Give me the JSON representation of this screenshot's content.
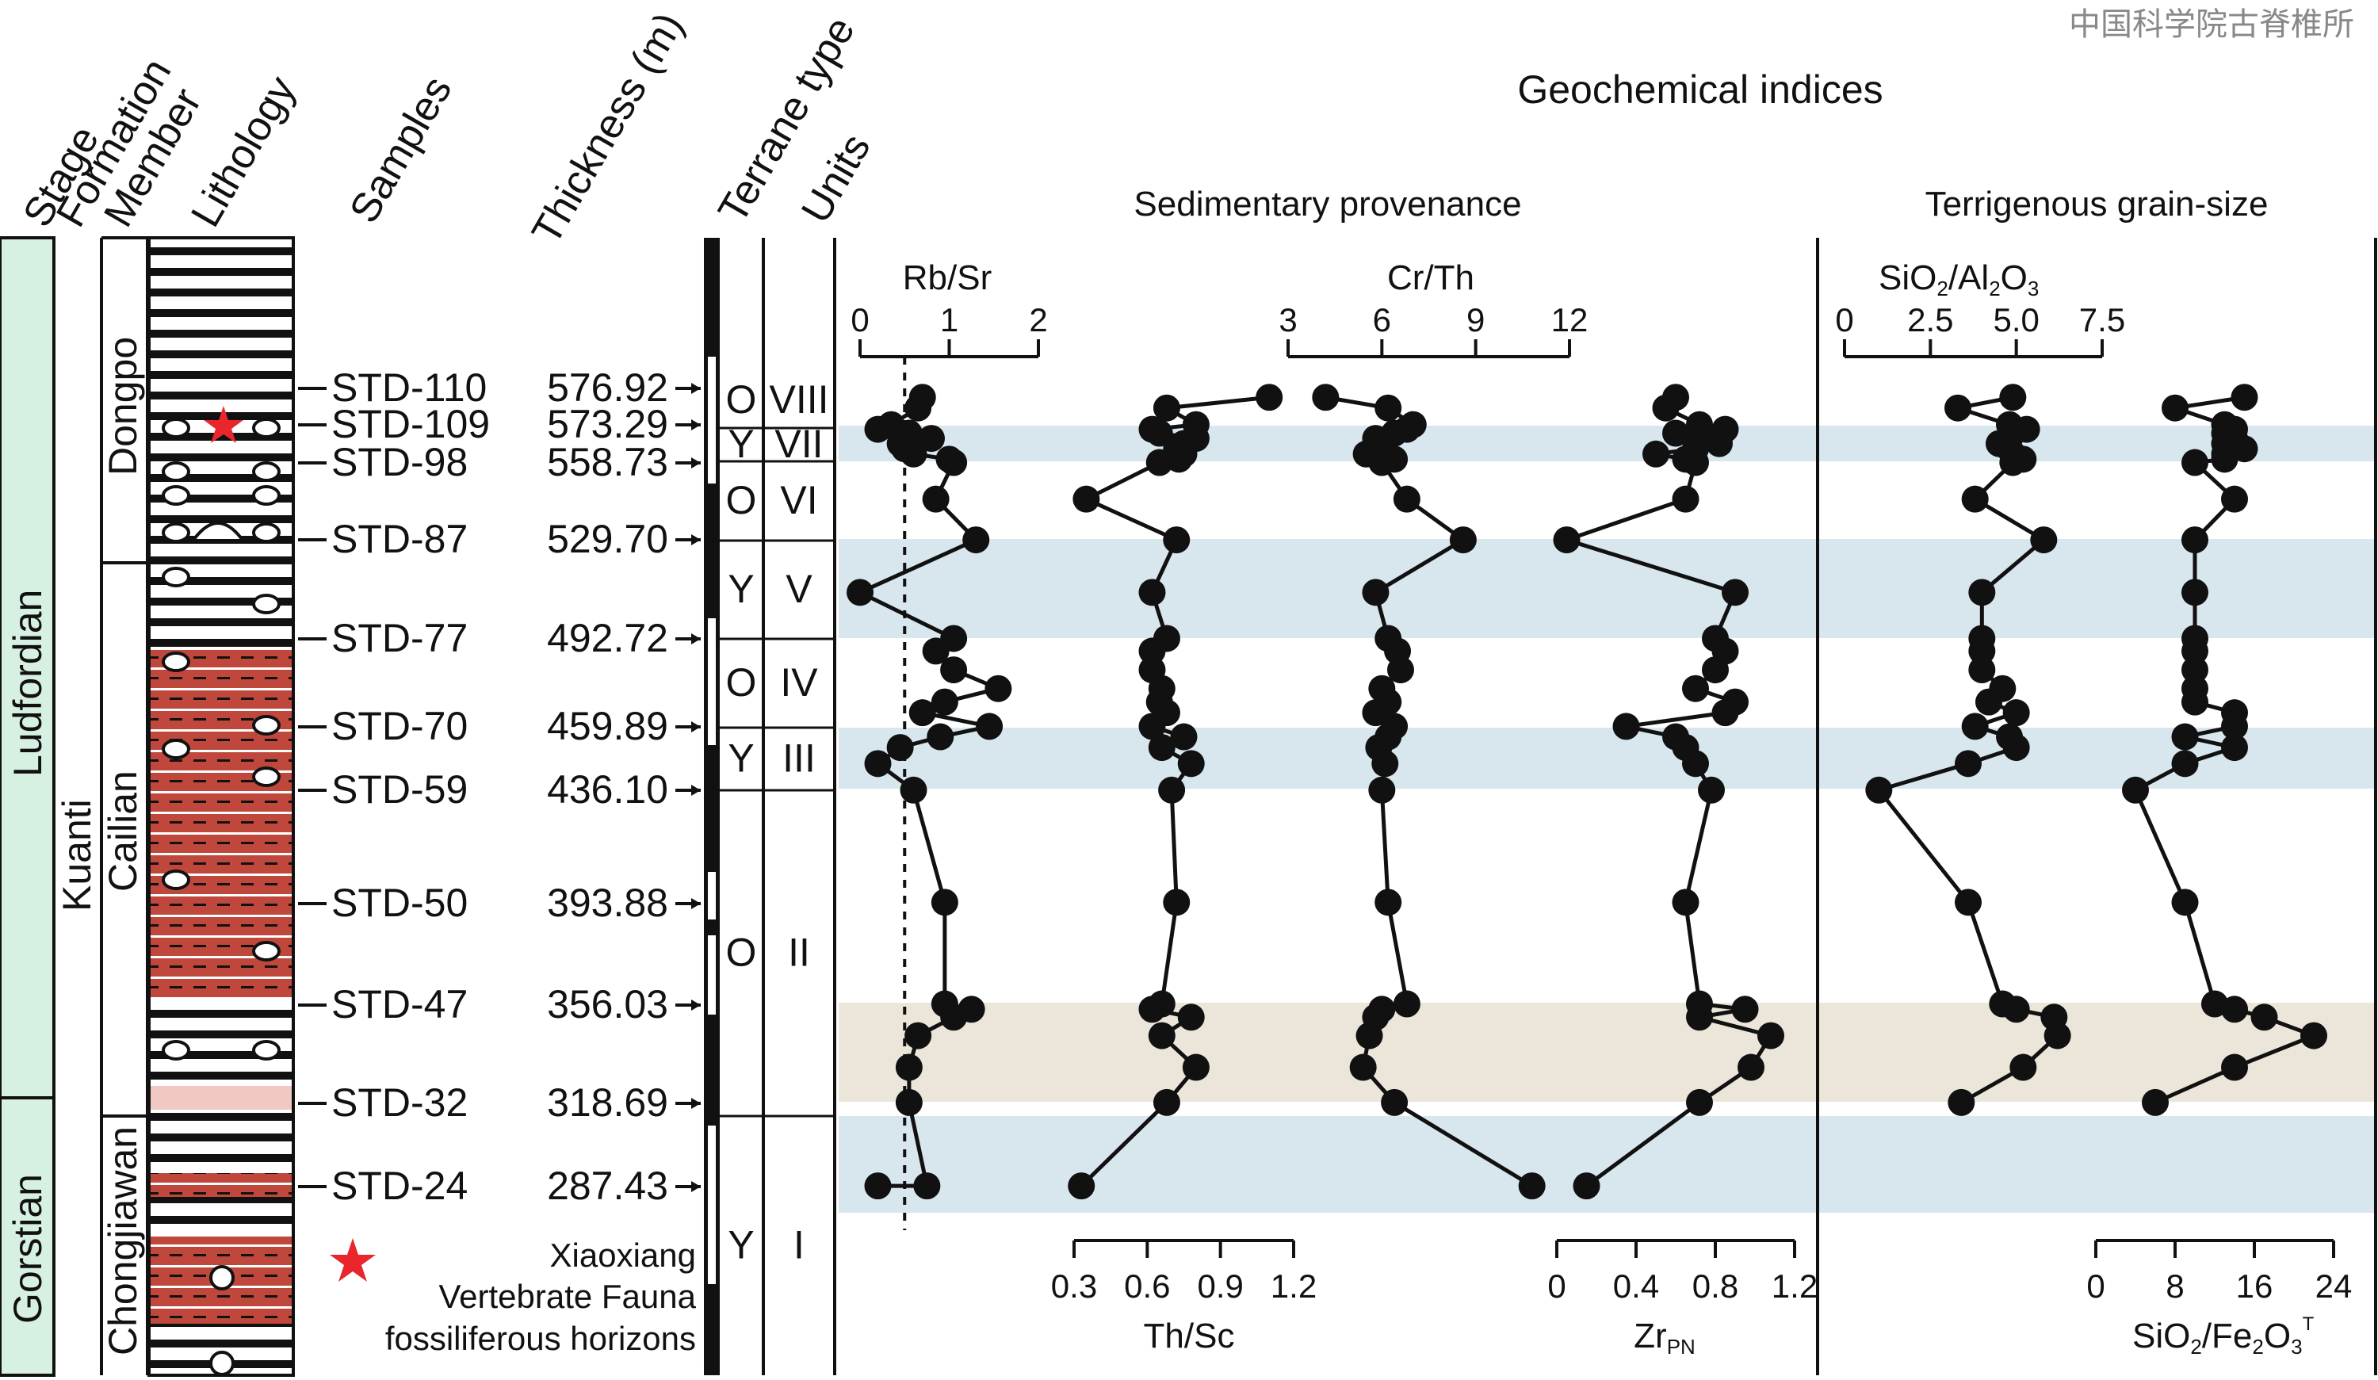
{
  "watermark": "中国科学院古脊椎所",
  "headers": {
    "stage": "Stage",
    "formation": "Formation",
    "member": "Member",
    "lithology": "Lithology",
    "samples": "Samples",
    "thickness": "Thickness (m)",
    "terrane_type": "Terrane type",
    "units": "Units",
    "geochemical": "Geochemical indices",
    "provenance": "Sedimentary provenance",
    "grain_size": "Terrigenous grain-size"
  },
  "stages": [
    "Ludfordian",
    "Gorstian"
  ],
  "formation": "Kuanti",
  "members": [
    "Dongpo",
    "Cailian",
    "Chongjiawan"
  ],
  "samples": [
    {
      "id": "STD-110",
      "thickness": "576.92"
    },
    {
      "id": "STD-109",
      "thickness": "573.29"
    },
    {
      "id": "STD-98",
      "thickness": "558.73"
    },
    {
      "id": "STD-87",
      "thickness": "529.70"
    },
    {
      "id": "STD-77",
      "thickness": "492.72"
    },
    {
      "id": "STD-70",
      "thickness": "459.89"
    },
    {
      "id": "STD-59",
      "thickness": "436.10"
    },
    {
      "id": "STD-50",
      "thickness": "393.88"
    },
    {
      "id": "STD-47",
      "thickness": "356.03"
    },
    {
      "id": "STD-32",
      "thickness": "318.69"
    },
    {
      "id": "STD-24",
      "thickness": "287.43"
    }
  ],
  "units": [
    {
      "terrane": "O",
      "unit": "VIII"
    },
    {
      "terrane": "Y",
      "unit": "VII"
    },
    {
      "terrane": "O",
      "unit": "VI"
    },
    {
      "terrane": "Y",
      "unit": "V"
    },
    {
      "terrane": "O",
      "unit": "IV"
    },
    {
      "terrane": "Y",
      "unit": "III"
    },
    {
      "terrane": "O",
      "unit": "II"
    },
    {
      "terrane": "Y",
      "unit": "I"
    }
  ],
  "legend": {
    "line1": "Xiaoxiang",
    "line2": "Vertebrate Fauna",
    "line3": "fossiliferous horizons"
  },
  "colors": {
    "blue_band": "#d8e6ee",
    "tan_band": "#ece6da",
    "stage_fill": "#d6f0e2",
    "red_litho": "#c0473c",
    "star": "#e8262b"
  },
  "chart_data": {
    "type": "scatter",
    "y_samples": [
      576.92,
      575.5,
      573.29,
      571.5,
      570,
      568,
      566,
      564,
      562,
      560,
      558.73,
      545,
      529.7,
      510,
      492.72,
      488,
      481,
      474,
      469,
      465,
      459.89,
      456,
      452,
      446,
      436.1,
      393.88,
      356.03,
      354,
      351,
      344,
      332,
      318.69,
      287.43
    ],
    "series": [
      {
        "name": "Rb/Sr",
        "xlim": [
          0,
          2
        ],
        "ticks": [
          "0",
          "1",
          "2"
        ],
        "reference_line": 0.5,
        "values": [
          0.7,
          0.65,
          0.35,
          0.2,
          0.55,
          0.8,
          0.45,
          0.5,
          0.6,
          1.0,
          1.05,
          0.85,
          1.3,
          0.0,
          1.05,
          0.85,
          1.05,
          1.55,
          0.95,
          0.7,
          1.45,
          0.9,
          0.45,
          0.2,
          0.6,
          0.95,
          0.95,
          1.25,
          1.05,
          0.65,
          0.55,
          0.55,
          0.75,
          0.2
        ]
      },
      {
        "name": "Th/Sc",
        "xlim": [
          0.3,
          1.2
        ],
        "ticks": [
          "0.3",
          "0.6",
          "0.9",
          "1.2"
        ],
        "values": [
          1.1,
          0.68,
          0.8,
          0.62,
          0.65,
          0.8,
          0.75,
          0.72,
          0.75,
          0.73,
          0.65,
          0.35,
          0.72,
          0.62,
          0.68,
          0.62,
          0.62,
          0.66,
          0.65,
          0.68,
          0.62,
          0.75,
          0.66,
          0.78,
          0.7,
          0.72,
          0.66,
          0.62,
          0.78,
          0.66,
          0.8,
          0.68,
          0.33
        ]
      },
      {
        "name": "Cr/Th",
        "xlim": [
          3,
          12
        ],
        "ticks": [
          "3",
          "6",
          "9",
          "12"
        ],
        "values": [
          4.2,
          6.2,
          7.0,
          6.8,
          6.4,
          5.8,
          6.0,
          5.8,
          5.5,
          6.4,
          6.0,
          6.8,
          8.6,
          5.8,
          6.2,
          6.5,
          6.6,
          6.0,
          6.2,
          5.8,
          6.4,
          6.2,
          5.9,
          6.1,
          6.0,
          6.2,
          6.8,
          6.0,
          5.8,
          5.6,
          5.4,
          6.4,
          10.8
        ]
      },
      {
        "name": "Zr_PN",
        "xlim": [
          0,
          1.2
        ],
        "ticks": [
          "0",
          "0.4",
          "0.8",
          "1.2"
        ],
        "values": [
          0.6,
          0.55,
          0.72,
          0.85,
          0.6,
          0.75,
          0.82,
          0.7,
          0.5,
          0.65,
          0.7,
          0.65,
          0.05,
          0.9,
          0.8,
          0.85,
          0.8,
          0.7,
          0.9,
          0.85,
          0.35,
          0.6,
          0.65,
          0.7,
          0.78,
          0.65,
          0.72,
          0.95,
          0.72,
          1.08,
          0.98,
          0.72,
          0.15
        ]
      },
      {
        "name": "SiO2/Al2O3",
        "xlim": [
          0,
          7.5
        ],
        "ticks": [
          "0",
          "2.5",
          "5.0",
          "7.5"
        ],
        "values": [
          4.9,
          3.3,
          4.8,
          5.3,
          4.9,
          4.8,
          4.5,
          4.8,
          4.9,
          5.2,
          4.9,
          3.8,
          5.8,
          4.0,
          4.0,
          4.0,
          4.0,
          4.6,
          4.2,
          5.0,
          3.8,
          4.8,
          5.0,
          3.6,
          1.0,
          3.6,
          4.6,
          5.0,
          6.1,
          6.2,
          5.2,
          3.4
        ]
      },
      {
        "name": "SiO2/Fe2O3T",
        "xlim": [
          0,
          24
        ],
        "ticks": [
          "0",
          "8",
          "16",
          "24"
        ],
        "values": [
          15,
          8,
          13,
          14,
          13,
          14,
          13,
          15,
          13,
          13,
          10,
          14,
          10,
          10,
          10,
          10,
          10,
          10,
          10,
          14,
          14,
          9,
          14,
          9,
          4,
          9,
          12,
          14,
          17,
          22,
          14,
          6
        ]
      }
    ]
  }
}
